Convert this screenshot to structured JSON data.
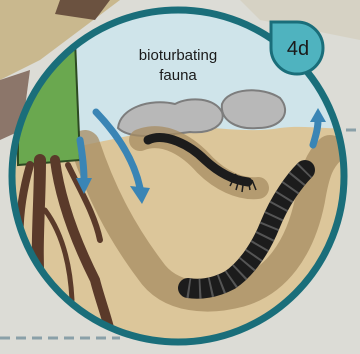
{
  "diagram": {
    "caption_line1": "bioturbating",
    "caption_line2": "fauna",
    "badge": "4d"
  },
  "colors": {
    "background": "#dcdcd6",
    "sky": "#cfe4ea",
    "sediment": "#dcc69a",
    "burrow": "#a78c62",
    "ring": "#1a6e7a",
    "badge_fill": "#4fb3bf",
    "arrow": "#3a85b5",
    "plant": "#6aa84f",
    "roots": "#5a3a2a",
    "rock": "#b8b8b8",
    "worm": "#1c1c1c"
  }
}
